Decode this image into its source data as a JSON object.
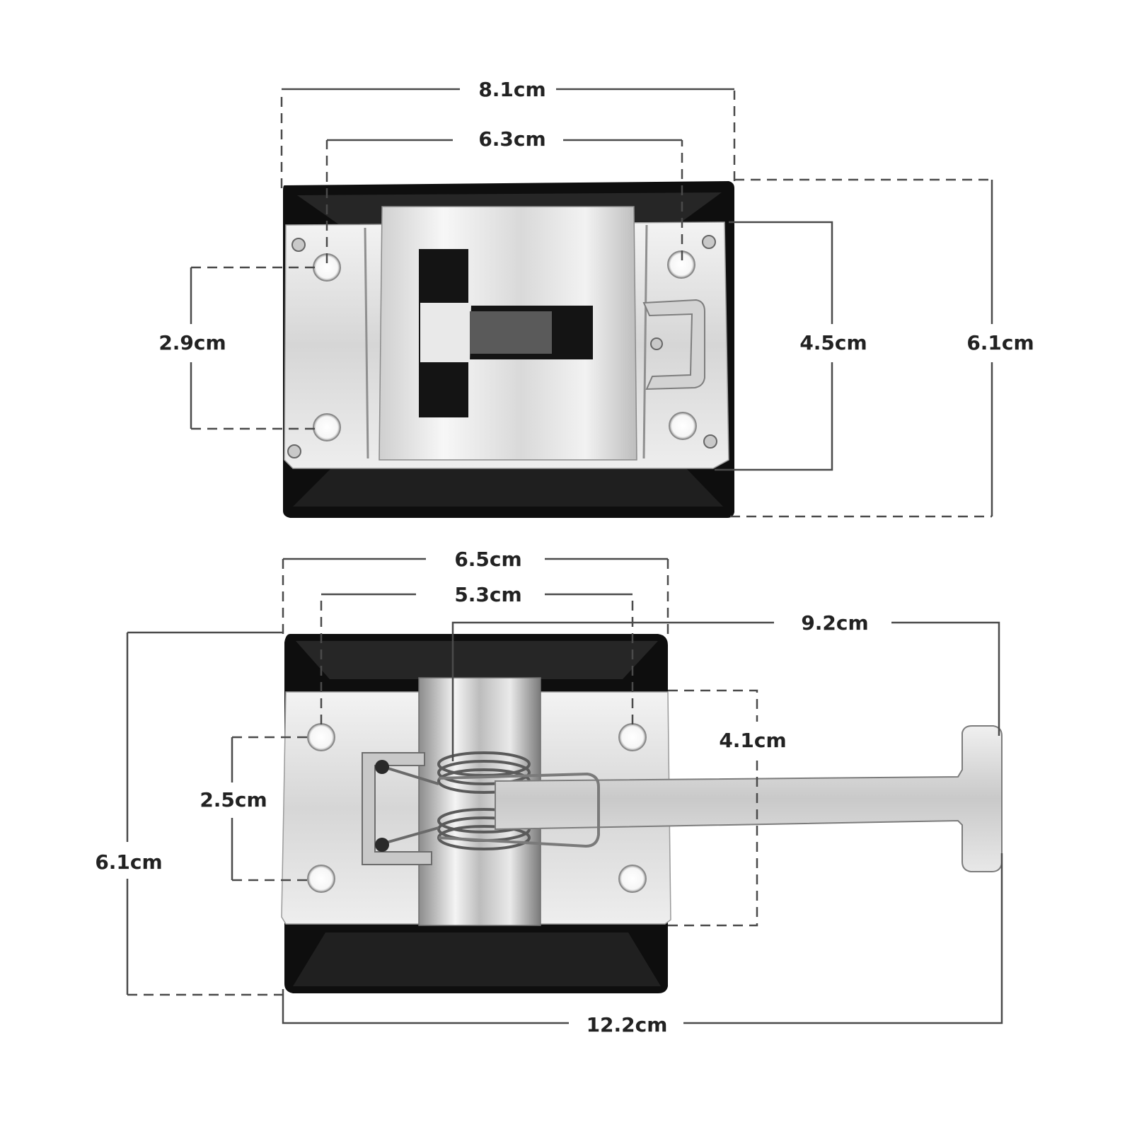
{
  "colors": {
    "background": "#ffffff",
    "dimension_line": "#4a4a4a",
    "label": "#222222",
    "bracket_black": "#0e0e0e",
    "steel": "#e4e4e4"
  },
  "top_part": {
    "dimensions": {
      "overall_width": "8.1cm",
      "hole_spacing_width": "6.3cm",
      "hole_spacing_height": "2.9cm",
      "plate_height": "4.5cm",
      "overall_height": "6.1cm"
    }
  },
  "bottom_part": {
    "dimensions": {
      "base_width": "6.5cm",
      "hole_spacing_width": "5.3cm",
      "arm_length": "9.2cm",
      "plate_height": "4.1cm",
      "hole_spacing_height": "2.5cm",
      "overall_height": "6.1cm",
      "overall_length": "12.2cm"
    }
  }
}
